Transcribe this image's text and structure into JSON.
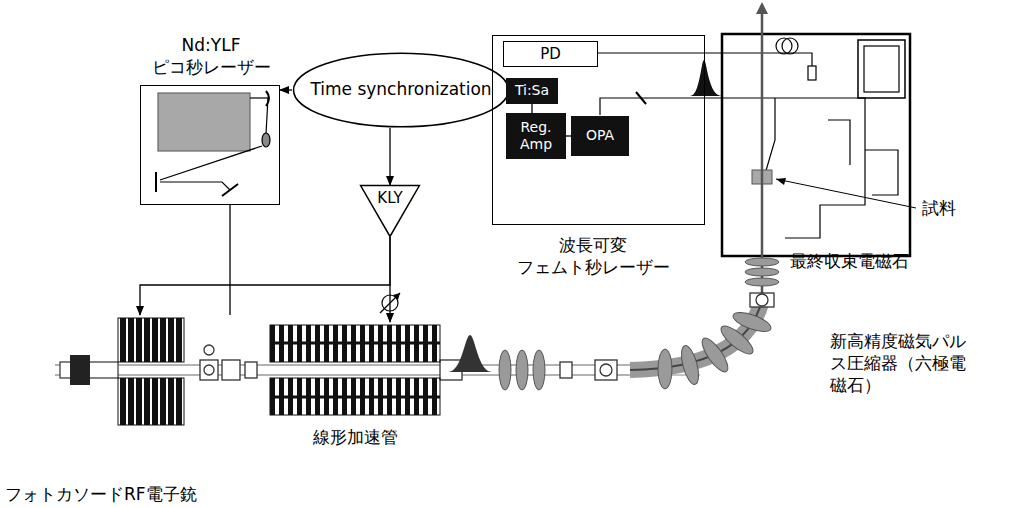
{
  "diagram": {
    "nodes": [
      {
        "text": [
          "Nd:YLF ピコ秒レーザー"
        ]
      },
      {
        "text": [
          "Time synchronization"
        ]
      },
      {
        "text": [
          "KLY"
        ]
      },
      {
        "text": [
          "波長可変 フェムト秒レーザー"
        ]
      },
      {
        "text": [
          "PD"
        ],
        "in": 3
      },
      {
        "text": [
          "Ti:Sa"
        ],
        "in": 3
      },
      {
        "text": [
          "Reg. Amp"
        ],
        "in": 3
      },
      {
        "text": [
          "OPA"
        ],
        "in": 3
      },
      {
        "text": [
          "フォトカソードRF電子銃"
        ]
      },
      {
        "text": [
          "線形加速管"
        ]
      }
    ],
    "edges": [
      {
        "from": 1,
        "to": 0,
        "arrow": "to"
      },
      {
        "from": 1,
        "to": 5,
        "arrow": "to"
      },
      {
        "from": 1,
        "to": 2,
        "arrow": "to"
      },
      {
        "from": 2,
        "to": 8,
        "arrow": "to"
      },
      {
        "from": 2,
        "to": 9,
        "arrow": "to"
      },
      {
        "from": 5,
        "to": 6,
        "arrow": "none"
      },
      {
        "from": 6,
        "to": 7,
        "arrow": "none"
      },
      {
        "from": 0,
        "to": 8,
        "arrow": "none"
      }
    ],
    "labels": [
      "試料",
      "最終収束電磁石",
      "新高精度磁気パルス圧縮器（六極電磁石）"
    ]
  }
}
